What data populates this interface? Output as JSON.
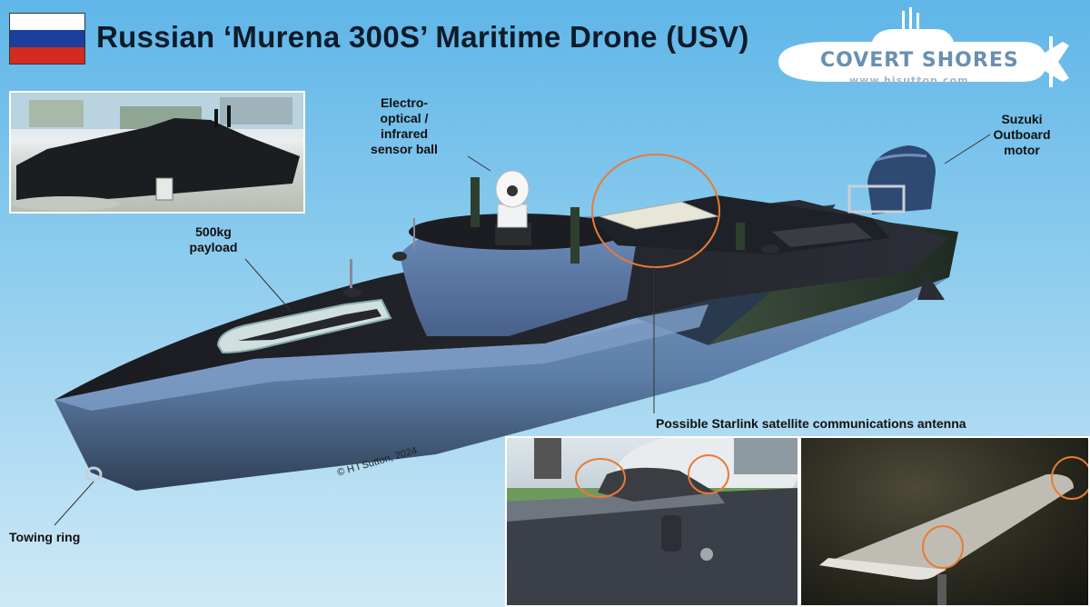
{
  "title": "Russian ‘Murena 300S’ Maritime Drone (USV)",
  "flag": {
    "colors": [
      "#ffffff",
      "#1c3f9e",
      "#d52b1e"
    ]
  },
  "logo": {
    "name": "COVERT SHORES",
    "url": "www.hisutton.com"
  },
  "labels": {
    "sensor": "Electro-\noptical /\ninfrared\nsensor ball",
    "motor": "Suzuki\nOutboard\nmotor",
    "payload": "500kg\npayload",
    "towing": "Towing ring",
    "starlink": "Possible Starlink satellite communications antenna"
  },
  "copyright": "© H I Sutton, 2024",
  "colors": {
    "hull_dark": "#1a1d22",
    "hull_blue": "#5a7ea8",
    "highlight": "#e87b35"
  }
}
